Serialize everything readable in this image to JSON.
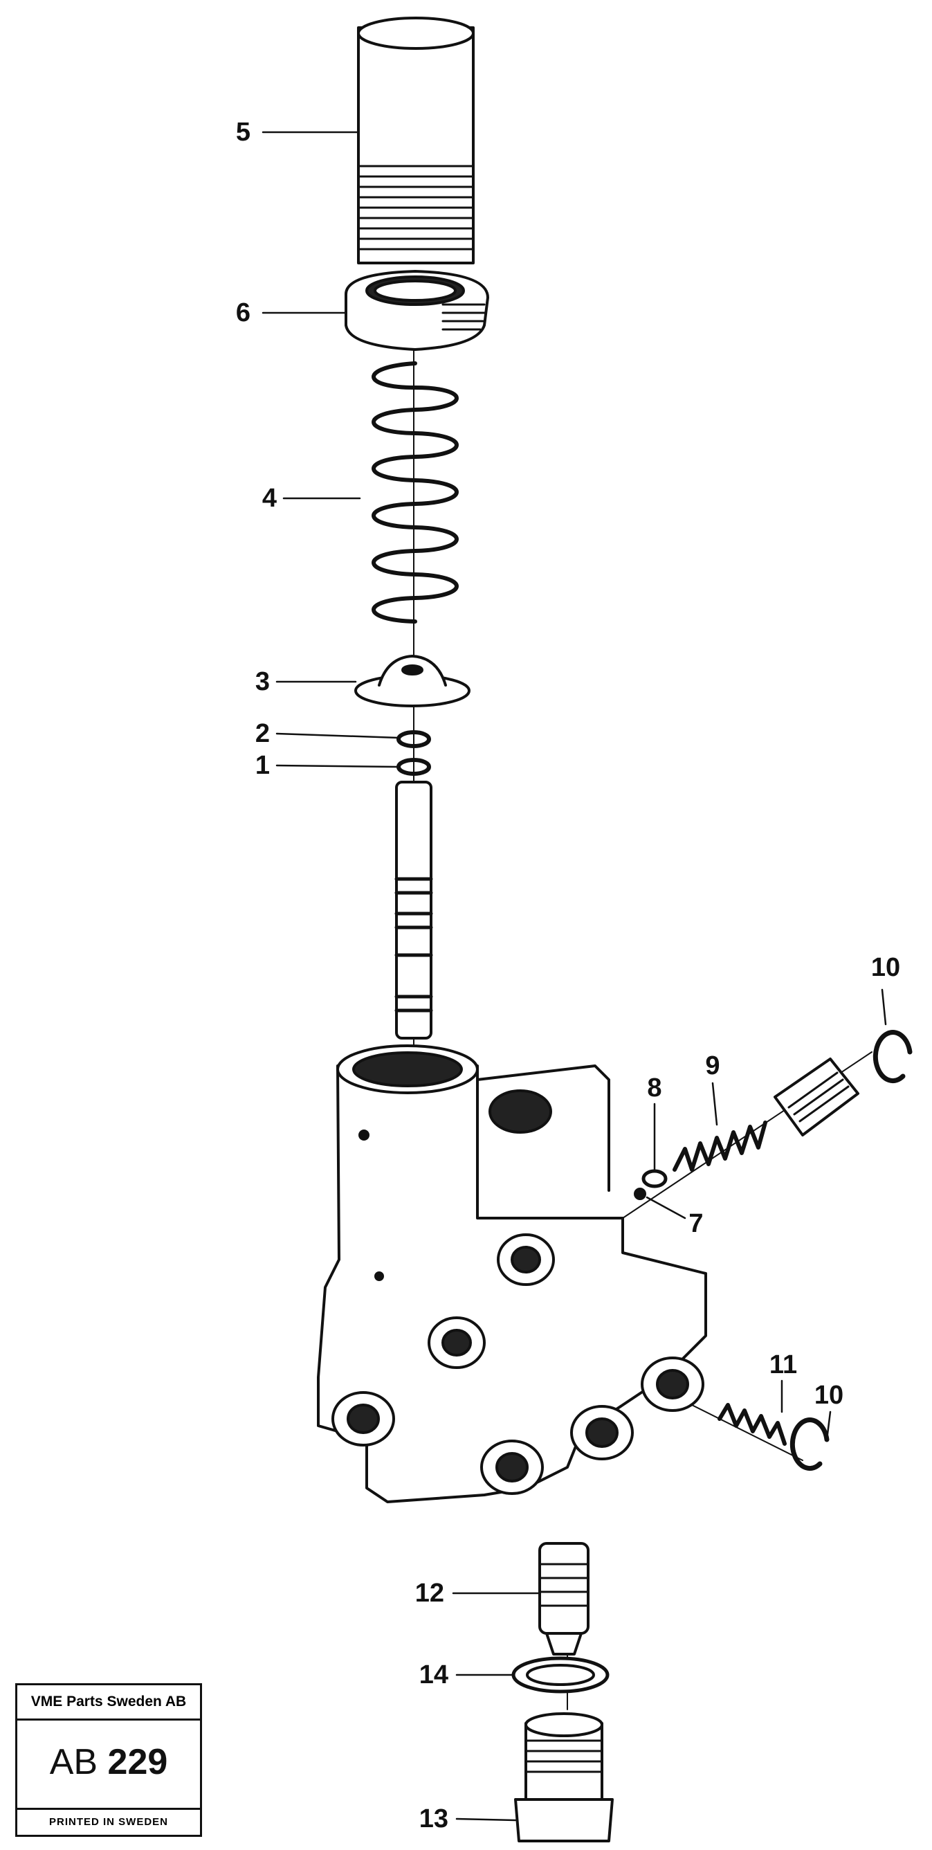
{
  "callouts": [
    {
      "id": "5",
      "label": "5",
      "part": "pilot-cap"
    },
    {
      "id": "6",
      "label": "6",
      "part": "lock-nut"
    },
    {
      "id": "4",
      "label": "4",
      "part": "spring"
    },
    {
      "id": "3",
      "label": "3",
      "part": "spring-seat"
    },
    {
      "id": "2",
      "label": "2",
      "part": "ring"
    },
    {
      "id": "1",
      "label": "1",
      "part": "ring"
    },
    {
      "id": "10a",
      "label": "10",
      "part": "circlip"
    },
    {
      "id": "9",
      "label": "9",
      "part": "spring"
    },
    {
      "id": "8",
      "label": "8",
      "part": "washer"
    },
    {
      "id": "7",
      "label": "7",
      "part": "ball"
    },
    {
      "id": "11",
      "label": "11",
      "part": "spring"
    },
    {
      "id": "10b",
      "label": "10",
      "part": "circlip"
    },
    {
      "id": "12",
      "label": "12",
      "part": "check-valve"
    },
    {
      "id": "14",
      "label": "14",
      "part": "seal-ring"
    },
    {
      "id": "13",
      "label": "13",
      "part": "plug"
    }
  ],
  "stamp": {
    "company": "VME Parts Sweden AB",
    "doc_prefix": "AB",
    "doc_number": "229",
    "printed": "PRINTED IN SWEDEN"
  }
}
